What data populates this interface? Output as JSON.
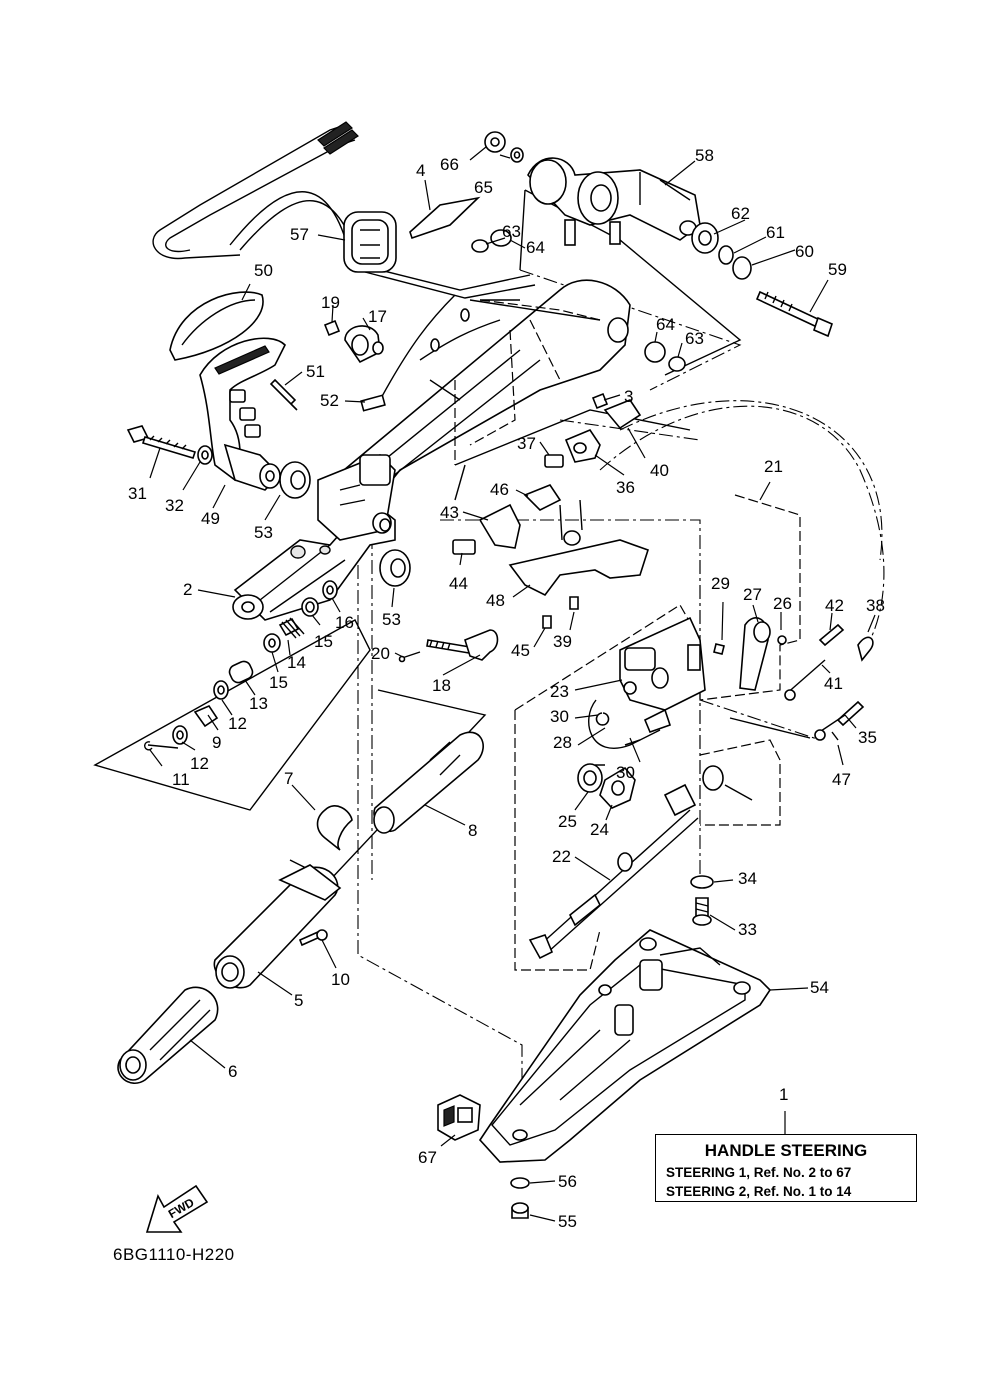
{
  "diagram_code": "6BG1110-H220",
  "legend": {
    "title": "HANDLE STEERING",
    "rows": [
      "STEERING 1,  Ref. No. 2 to 67",
      "STEERING 2,  Ref. No. 1 to 14"
    ]
  },
  "fwd_label": "FWD",
  "callouts": [
    {
      "id": "c1",
      "text": "1"
    },
    {
      "id": "c2",
      "text": "2"
    },
    {
      "id": "c3",
      "text": "3"
    },
    {
      "id": "c4",
      "text": "4"
    },
    {
      "id": "c5",
      "text": "5"
    },
    {
      "id": "c6",
      "text": "6"
    },
    {
      "id": "c7",
      "text": "7"
    },
    {
      "id": "c8",
      "text": "8"
    },
    {
      "id": "c9",
      "text": "9"
    },
    {
      "id": "c10",
      "text": "10"
    },
    {
      "id": "c11",
      "text": "11"
    },
    {
      "id": "c12a",
      "text": "12"
    },
    {
      "id": "c12b",
      "text": "12"
    },
    {
      "id": "c13",
      "text": "13"
    },
    {
      "id": "c14",
      "text": "14"
    },
    {
      "id": "c15a",
      "text": "15"
    },
    {
      "id": "c15b",
      "text": "15"
    },
    {
      "id": "c16",
      "text": "16"
    },
    {
      "id": "c17",
      "text": "17"
    },
    {
      "id": "c18",
      "text": "18"
    },
    {
      "id": "c19",
      "text": "19"
    },
    {
      "id": "c20",
      "text": "20"
    },
    {
      "id": "c21",
      "text": "21"
    },
    {
      "id": "c22",
      "text": "22"
    },
    {
      "id": "c23",
      "text": "23"
    },
    {
      "id": "c24",
      "text": "24"
    },
    {
      "id": "c25",
      "text": "25"
    },
    {
      "id": "c26",
      "text": "26"
    },
    {
      "id": "c27",
      "text": "27"
    },
    {
      "id": "c28",
      "text": "28"
    },
    {
      "id": "c29",
      "text": "29"
    },
    {
      "id": "c30a",
      "text": "30"
    },
    {
      "id": "c30b",
      "text": "30"
    },
    {
      "id": "c31",
      "text": "31"
    },
    {
      "id": "c32",
      "text": "32"
    },
    {
      "id": "c33",
      "text": "33"
    },
    {
      "id": "c34",
      "text": "34"
    },
    {
      "id": "c35",
      "text": "35"
    },
    {
      "id": "c36",
      "text": "36"
    },
    {
      "id": "c37",
      "text": "37"
    },
    {
      "id": "c38",
      "text": "38"
    },
    {
      "id": "c39",
      "text": "39"
    },
    {
      "id": "c40",
      "text": "40"
    },
    {
      "id": "c41",
      "text": "41"
    },
    {
      "id": "c42",
      "text": "42"
    },
    {
      "id": "c43",
      "text": "43"
    },
    {
      "id": "c44",
      "text": "44"
    },
    {
      "id": "c45",
      "text": "45"
    },
    {
      "id": "c46",
      "text": "46"
    },
    {
      "id": "c47",
      "text": "47"
    },
    {
      "id": "c48",
      "text": "48"
    },
    {
      "id": "c49",
      "text": "49"
    },
    {
      "id": "c50",
      "text": "50"
    },
    {
      "id": "c51",
      "text": "51"
    },
    {
      "id": "c52",
      "text": "52"
    },
    {
      "id": "c53a",
      "text": "53"
    },
    {
      "id": "c53b",
      "text": "53"
    },
    {
      "id": "c54",
      "text": "54"
    },
    {
      "id": "c55",
      "text": "55"
    },
    {
      "id": "c56",
      "text": "56"
    },
    {
      "id": "c57",
      "text": "57"
    },
    {
      "id": "c58",
      "text": "58"
    },
    {
      "id": "c59",
      "text": "59"
    },
    {
      "id": "c60",
      "text": "60"
    },
    {
      "id": "c61",
      "text": "61"
    },
    {
      "id": "c62",
      "text": "62"
    },
    {
      "id": "c63a",
      "text": "63"
    },
    {
      "id": "c63b",
      "text": "63"
    },
    {
      "id": "c64a",
      "text": "64"
    },
    {
      "id": "c64b",
      "text": "64"
    },
    {
      "id": "c65",
      "text": "65"
    },
    {
      "id": "c66",
      "text": "66"
    },
    {
      "id": "c67",
      "text": "67"
    }
  ]
}
